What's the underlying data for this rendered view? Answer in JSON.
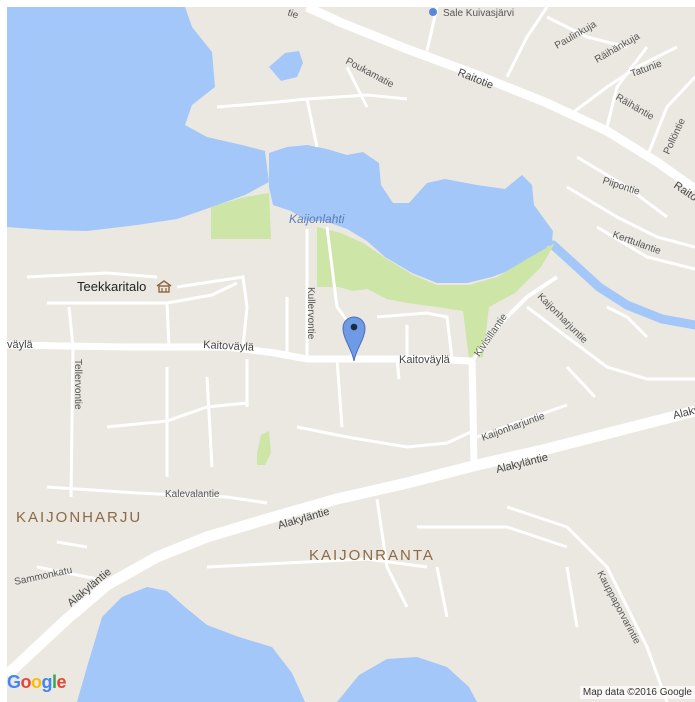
{
  "map": {
    "water_label": "Kaijonlahti",
    "poi": {
      "label": "Teekkaritalo"
    },
    "districts": [
      "KAIJONHARJU",
      "KAIJONRANTA"
    ],
    "streets": {
      "sale": "Sale Kuivasjärvi",
      "paulinkuja": "Paulinkuja",
      "raihankuja": "Räihänkuja",
      "tatunie": "Tatunie",
      "raihantie": "Räihäntie",
      "pollontie": "Pollöntie",
      "raito": "Raito",
      "raitotie": "Raitotie",
      "poukamatie": "Poukamatie",
      "piipontie": "Piipontie",
      "kerttulantie": "Kerttulantie",
      "kullervontie": "Kullervontie",
      "kaijonharjuntie1": "Kaijonharjuntie",
      "kaijonharjuntie2": "Kaijonharjuntie",
      "kivisillantie": "Kivisillantie",
      "vaylaLeft": "väylä",
      "kaitovayla1": "Kaitoväylä",
      "kaitovayla2": "Kaitoväylä",
      "tellervontie": "Tellervontie",
      "alakylantie1": "Alakyläntie",
      "alakylantie2": "Alakyläntie",
      "alakylantie3": "Alakyläntie",
      "alaky_edge": "Alaky",
      "kalevalantie": "Kalevalantie",
      "sammonkatu": "Sammonkatu",
      "kauppaporvarintie": "Kauppaporvarintie",
      "tie": "tie"
    },
    "colors": {
      "land": "#ebe8e1",
      "water": "#a3c7f8",
      "park": "#cde5a6",
      "road": "#ffffff",
      "marker": "#6f9ae6"
    },
    "marker_icon": "map-pin-icon",
    "poi_icon": "landmark-icon"
  },
  "footer": {
    "logo": [
      "G",
      "o",
      "o",
      "g",
      "l",
      "e"
    ],
    "logo_colors": [
      "#4285F4",
      "#EA4335",
      "#FBBC05",
      "#4285F4",
      "#34A853",
      "#EA4335"
    ],
    "attribution": "Map data ©2016 Google"
  }
}
